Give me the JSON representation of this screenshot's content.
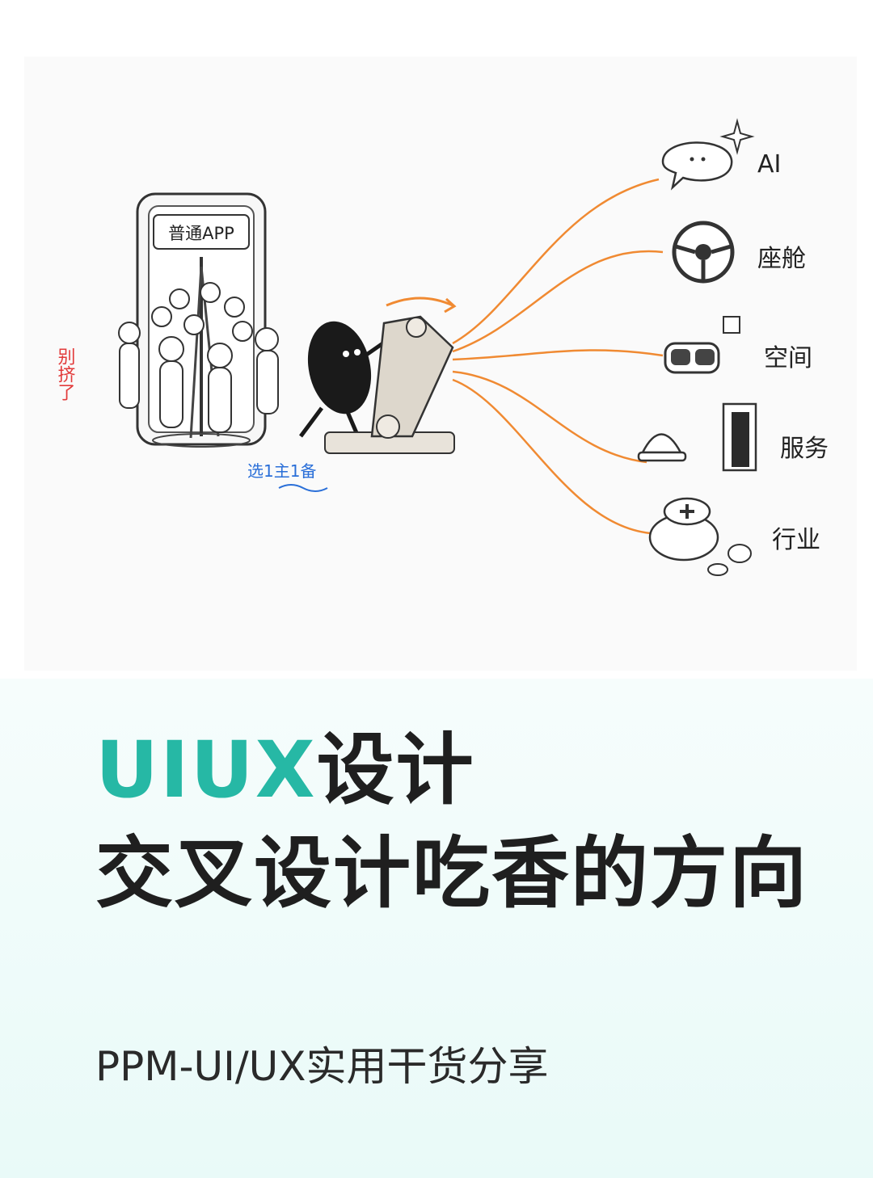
{
  "illustration": {
    "phone_label": "普通APP",
    "side_note": "别挤了",
    "caption": "选1主1备",
    "branches": [
      "AI",
      "座舱",
      "空间",
      "服务",
      "行业"
    ],
    "accent_color": "#f08a32",
    "note_color": "#e23b3b",
    "caption_color": "#2a6fd8"
  },
  "title": {
    "accent": "UIUX",
    "line1_rest": "设计",
    "line2": "交叉设计吃香的方向",
    "accent_color": "#26b8a5"
  },
  "subtitle": "PPM-UI/UX实用干货分享"
}
